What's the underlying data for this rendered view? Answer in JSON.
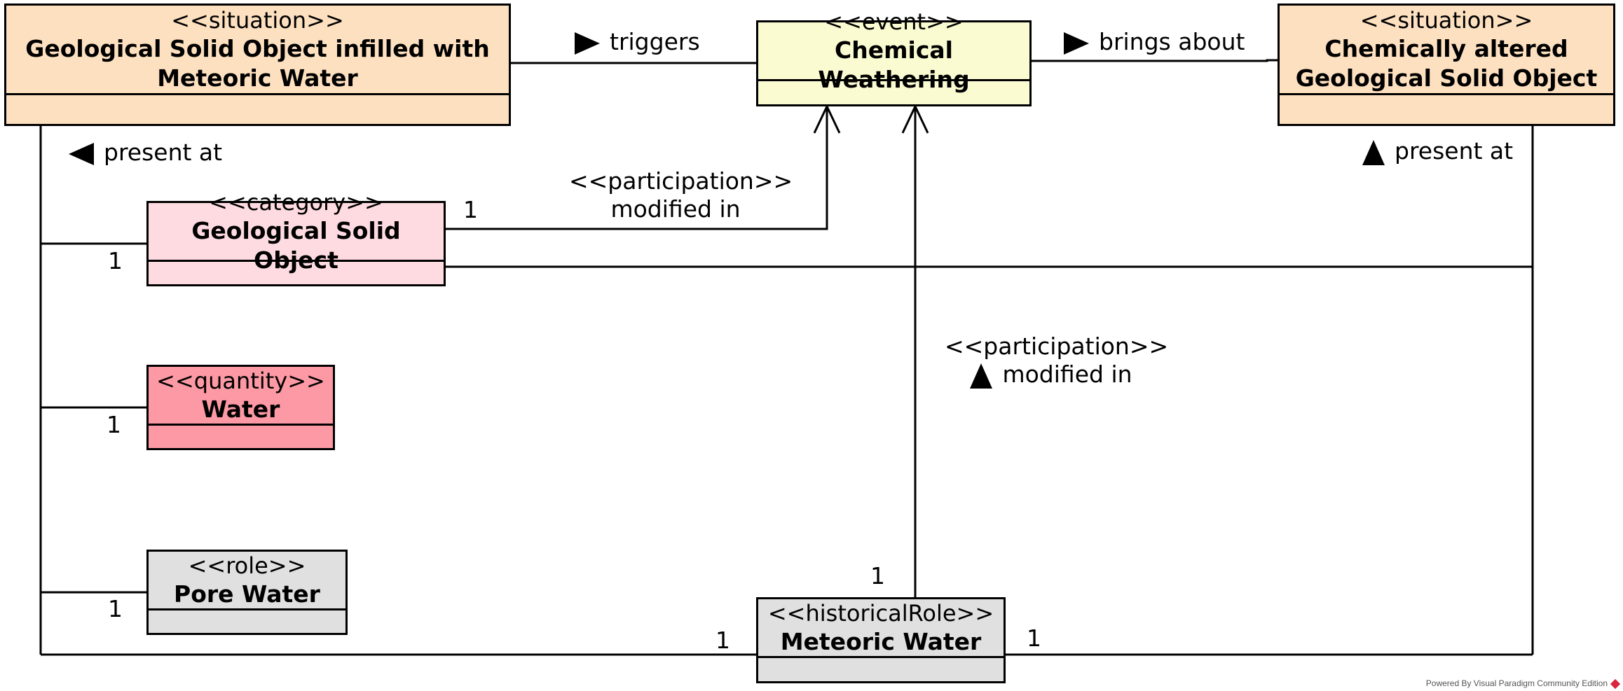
{
  "classes": {
    "gso_infilled": {
      "stereotype": "<<situation>>",
      "name_line1": "Geological Solid Object infilled with",
      "name_line2": "Meteoric Water",
      "fill": "#fde0c0"
    },
    "chem_weathering": {
      "stereotype": "<<event>>",
      "name": "Chemical Weathering",
      "fill": "#fbfbd2"
    },
    "chem_altered": {
      "stereotype": "<<situation>>",
      "name_line1": "Chemically altered",
      "name_line2": "Geological Solid Object",
      "fill": "#fde0c0"
    },
    "gso": {
      "stereotype": "<<category>>",
      "name": "Geological Solid Object",
      "fill": "#fedbe0"
    },
    "water": {
      "stereotype": "<<quantity>>",
      "name": "Water",
      "fill": "#fd99a4"
    },
    "pore_water": {
      "stereotype": "<<role>>",
      "name": "Pore Water",
      "fill": "#e0e0e0"
    },
    "meteoric_water": {
      "stereotype": "<<historicalRole>>",
      "name": "Meteoric Water",
      "fill": "#e0e0e0"
    }
  },
  "associations": {
    "triggers": "triggers",
    "brings_about": "brings about",
    "present_at_left": "present at",
    "present_at_right": "present at",
    "participation1_stereo": "<<participation>>",
    "participation1_name": "modified in",
    "participation2_stereo": "<<participation>>",
    "participation2_name": "modified in"
  },
  "multiplicities": {
    "gso_to_event": "1",
    "left_gso": "1",
    "left_water": "1",
    "left_pore": "1",
    "mw_left": "1",
    "mw_top": "1",
    "mw_right": "1"
  },
  "footer": "Powered By Visual Paradigm Community Edition"
}
